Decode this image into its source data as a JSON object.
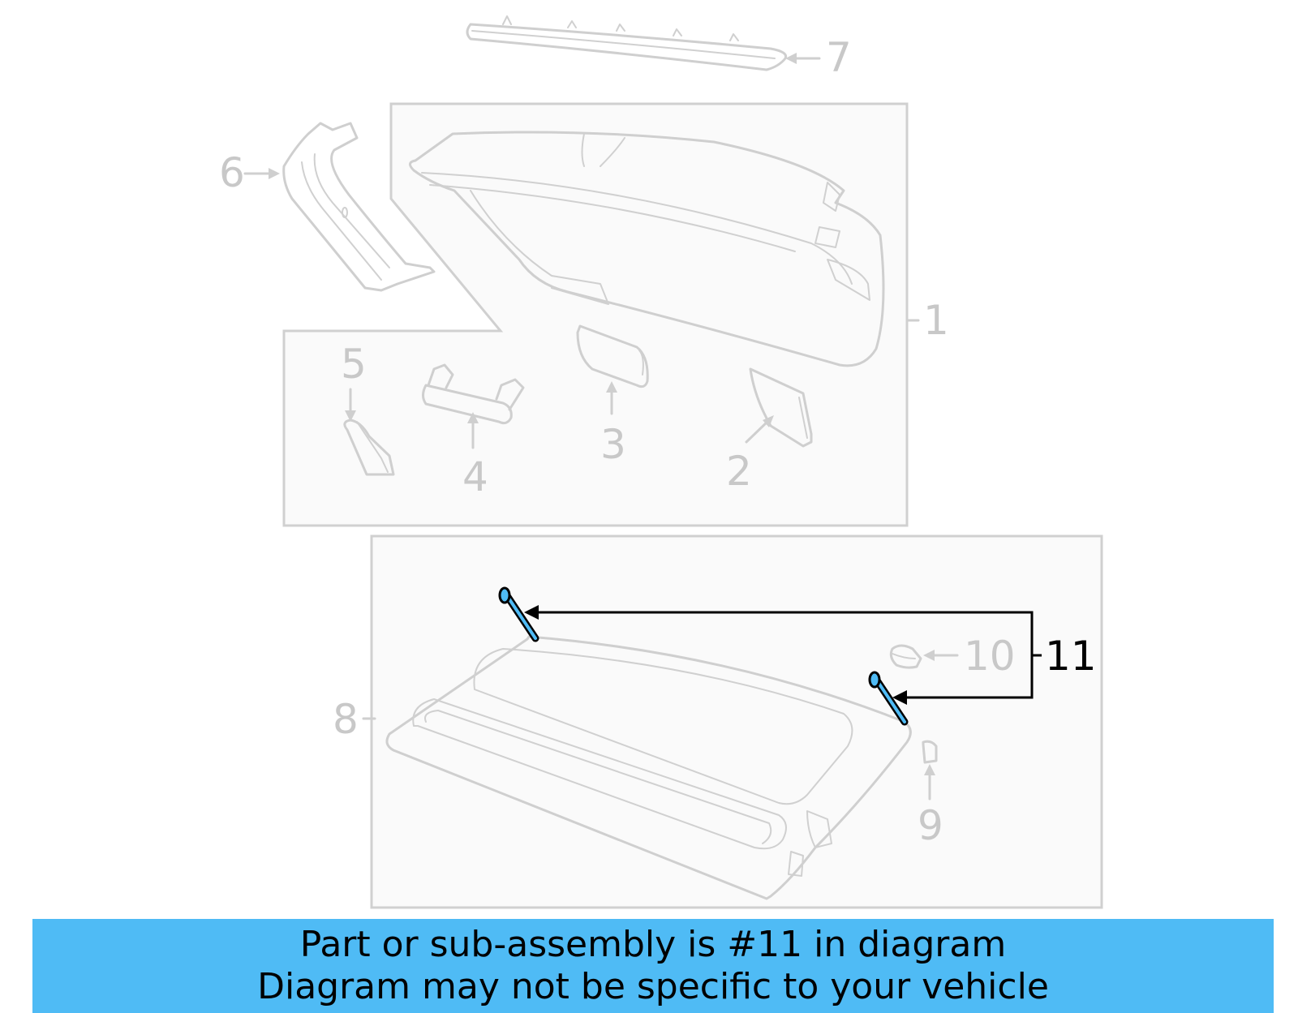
{
  "diagram": {
    "title": "Rear package tray / liftgate trim exploded parts diagram",
    "highlighted_part": "11",
    "highlight_color": "#4fbbf5",
    "line_color": "#cfcfcf",
    "callouts": [
      {
        "number": "1",
        "label": "liftgate trim panel"
      },
      {
        "number": "2",
        "label": "trim cover"
      },
      {
        "number": "3",
        "label": "trim cover"
      },
      {
        "number": "4",
        "label": "pull handle"
      },
      {
        "number": "5",
        "label": "cover cap"
      },
      {
        "number": "6",
        "label": "pillar trim"
      },
      {
        "number": "7",
        "label": "upper trim molding"
      },
      {
        "number": "8",
        "label": "package tray"
      },
      {
        "number": "9",
        "label": "bumper stop"
      },
      {
        "number": "10",
        "label": "clip"
      },
      {
        "number": "11",
        "label": "support strap / pin (highlighted)"
      }
    ]
  },
  "banner": {
    "line1": "Part or sub-assembly is #11 in diagram",
    "line2": "Diagram may not be specific to your vehicle",
    "background": "#4fbbf5"
  }
}
